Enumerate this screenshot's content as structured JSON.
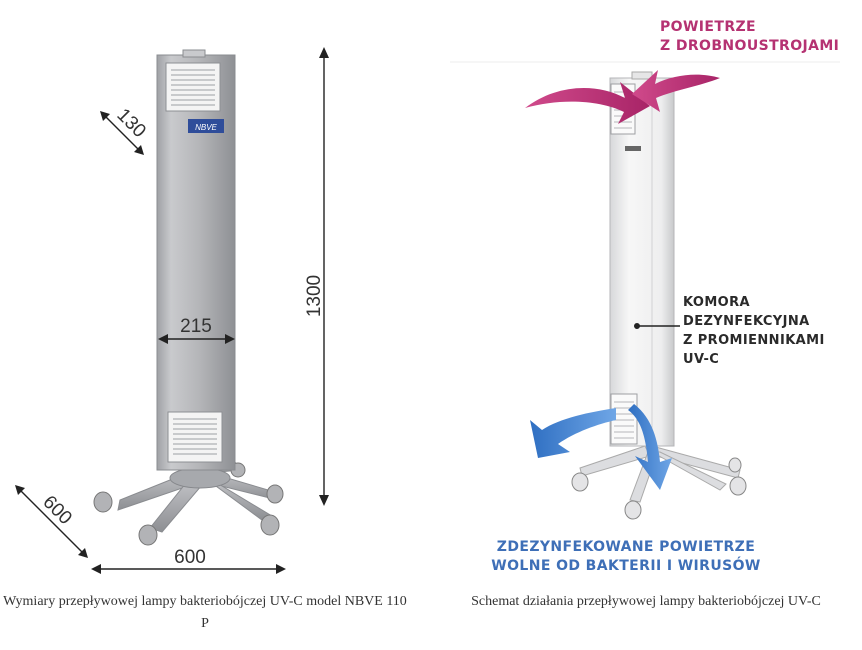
{
  "left_figure": {
    "dimensions": {
      "depth": "130",
      "width": "215",
      "height": "1300",
      "base_depth": "600",
      "base_width": "600"
    },
    "logo_text": "NBVE",
    "caption": "Wymiary przepływowej lampy bakteriobójczej UV-C model NBVE 110 P"
  },
  "right_figure": {
    "label_top": [
      "POWIETRZE",
      "Z DROBNOUSTROJAMI"
    ],
    "label_mid": [
      "KOMORA",
      "DEZYNFEKCYJNA",
      "Z PROMIENNIKAMI",
      "UV-C"
    ],
    "label_bottom": [
      "ZDEZYNFEKOWANE POWIETRZE",
      "WOLNE OD BAKTERII I WIRUSÓW"
    ],
    "caption": "Schemat działania przepływowej lampy bakteriobójczej UV-C"
  },
  "colors": {
    "inflow_arrow": "#c2357a",
    "outflow_arrow": "#3b78c9",
    "device_steel": "#b9babd",
    "label_top": "#b53272",
    "label_bottom": "#3e6fb7"
  }
}
